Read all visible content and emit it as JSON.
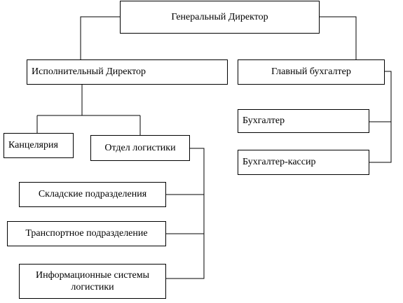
{
  "org_chart": {
    "general_director": "Генеральный Директор",
    "executive_director": "Исполнительный Директор",
    "chief_accountant": "Главный бухгалтер",
    "accountant": "Бухгалтер",
    "accountant_cashier": "Бухгалтер-кассир",
    "office": "Канцелярия",
    "logistics_department": "Отдел логистики",
    "warehouse_divisions": "Складские подразделения",
    "transport_division": "Транспортное подразделение",
    "info_systems_line1": "Информационные системы",
    "info_systems_line2": "логистики"
  }
}
